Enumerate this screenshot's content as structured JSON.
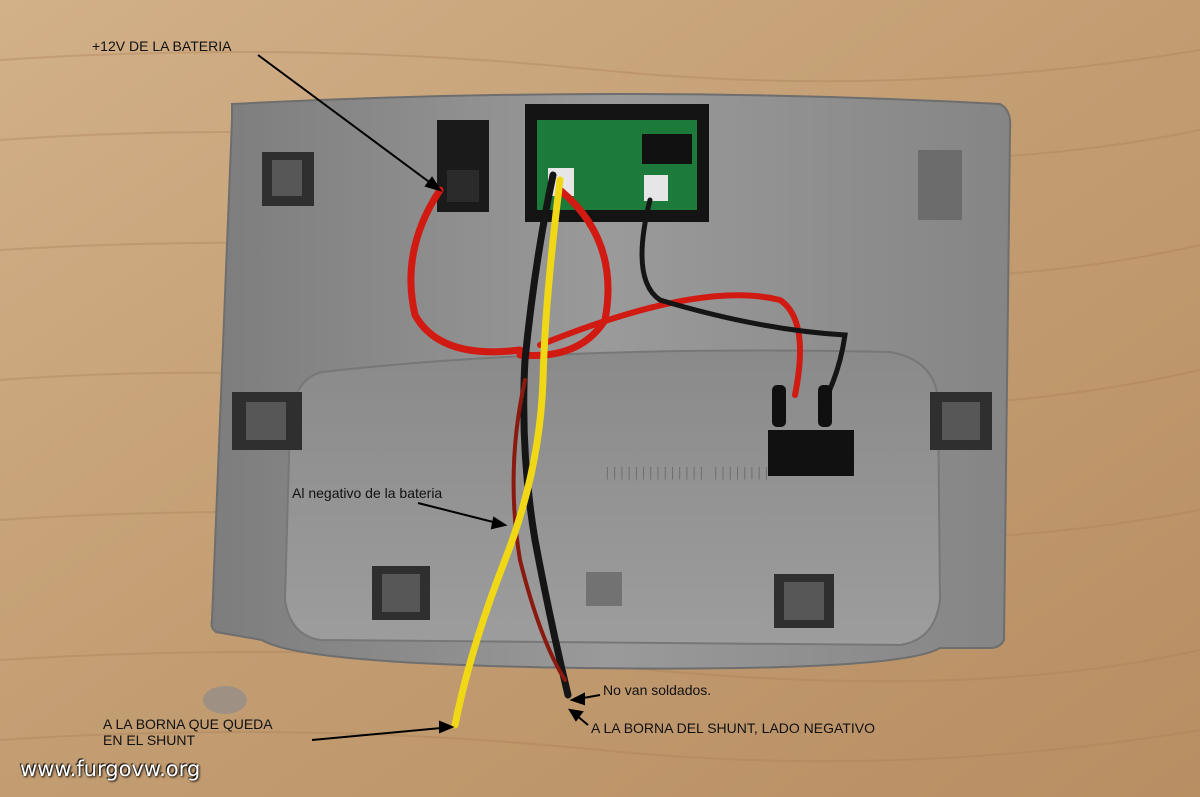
{
  "labels": {
    "battery_positive": "+12V DE LA BATERIA",
    "battery_negative": "Al negativo de la bateria",
    "not_soldered": "No van soldados.",
    "shunt_remaining_line1": "A LA BORNA QUE QUEDA",
    "shunt_remaining_line2": "EN EL SHUNT",
    "shunt_negative": "A LA BORNA DEL SHUNT,  LADO NEGATIVO"
  },
  "watermark": "www.furgovw.org",
  "colors": {
    "wood": "#c9a67c",
    "plastic": "#8c8c8c",
    "wire_red": "#d11a12",
    "wire_black": "#151515",
    "wire_yellow": "#f0d817",
    "pcb_green": "#1c7a3a"
  }
}
